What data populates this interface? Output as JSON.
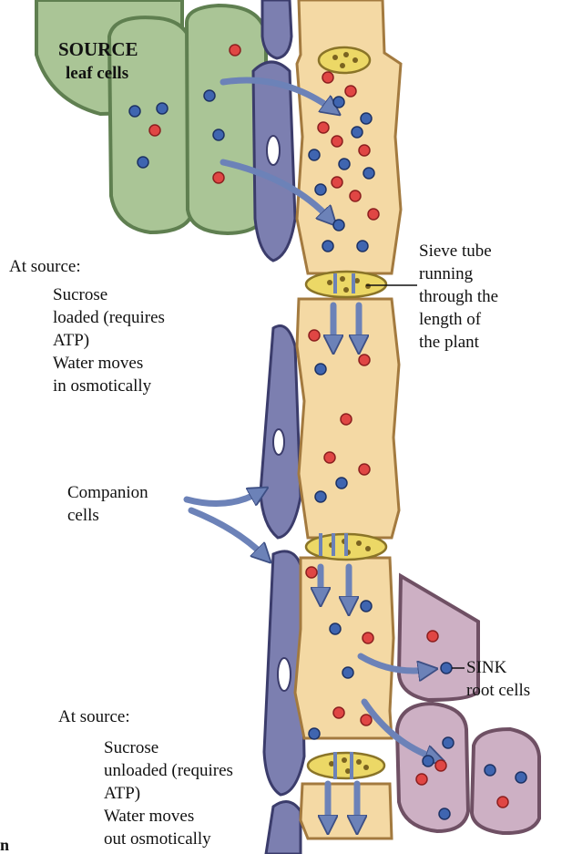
{
  "labels": {
    "source_title": "SOURCE",
    "source_sub": "leaf cells",
    "at_source_1": "At source:",
    "source_details": "Sucrose\nloaded (requires\nATP)\nWater moves\nin osmotically",
    "sieve_tube": "Sieve tube\nrunning\nthrough the\nlength of\nthe plant",
    "companion": "Companion\ncells",
    "sink": "SINK\nroot cells",
    "at_source_2": "At source:",
    "sink_details": "Sucrose\nunloaded (requires\nATP)\nWater moves\nout osmotically",
    "corner_fragment": "n"
  },
  "colors": {
    "leaf_cell": "#aac596",
    "sieve_tube": "#f4d9a4",
    "companion_cell": "#7c7fb0",
    "root_cell": "#cdb0c4",
    "sieve_plate": "#ecd866",
    "sucrose_red": "#e04644",
    "water_blue": "#3f65b0",
    "arrow": "#6c82b8"
  }
}
